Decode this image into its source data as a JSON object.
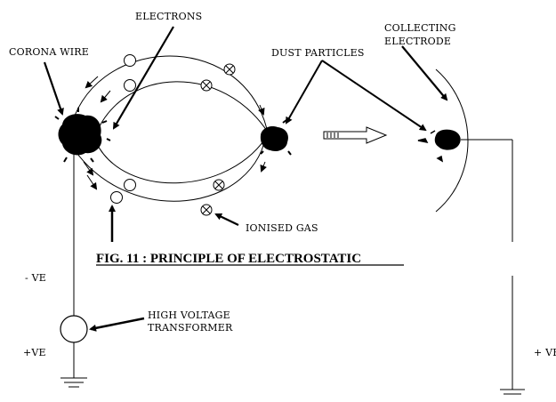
{
  "labels": {
    "electrons": "ELECTRONS",
    "corona_wire": "CORONA WIRE",
    "dust_particles": "DUST PARTICLES",
    "collecting_line1": "COLLECTING",
    "collecting_line2": "ELECTRODE",
    "ionised_gas": "IONISED  GAS",
    "title": "FIG. 11 : PRINCIPLE OF ELECTROSTATIC",
    "neg_ve": "- VE",
    "pos_ve_left": "+VE",
    "pos_ve_right": "+ VE",
    "transformer_line1": "HIGH VOLTAGE",
    "transformer_line2": "TRANSFORMER"
  },
  "colors": {
    "ink": "#000000",
    "background": "#ffffff"
  }
}
